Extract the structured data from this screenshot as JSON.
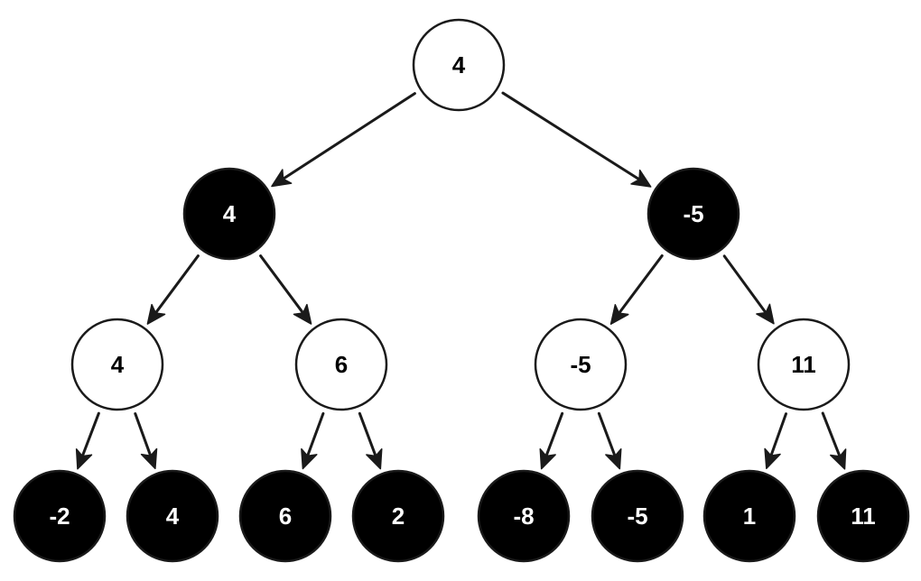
{
  "colors": {
    "max_fill": "#ffffff",
    "min_fill": "#000000",
    "max_text": "#000000",
    "min_text": "#ffffff",
    "stroke": "#1a1a1a"
  },
  "levels": [
    {
      "player": "max",
      "values": [
        "4"
      ]
    },
    {
      "player": "min",
      "values": [
        "4",
        "-5"
      ]
    },
    {
      "player": "max",
      "values": [
        "4",
        "6",
        "-5",
        "11"
      ]
    },
    {
      "player": "min",
      "values": [
        "-2",
        "4",
        "6",
        "2",
        "-8",
        "-5",
        "1",
        "11"
      ]
    }
  ]
}
